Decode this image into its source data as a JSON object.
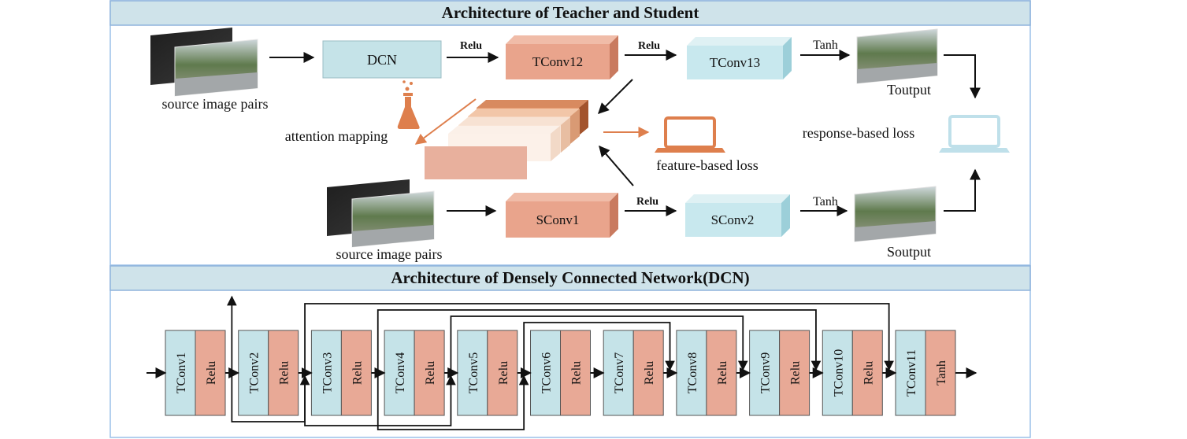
{
  "teacher_student": {
    "title": "Architecture of Teacher and Student",
    "dcn_label": "DCN",
    "tconv12_label": "TConv12",
    "tconv13_label": "TConv13",
    "sconv1_label": "SConv1",
    "sconv2_label": "SConv2",
    "relu_label_1": "Relu",
    "relu_label_2": "Relu",
    "relu_label_3": "Relu",
    "tanh_label_top": "Tanh",
    "tanh_label_bottom": "Tanh",
    "source_pairs_top": "source image pairs",
    "source_pairs_bottom": "source image pairs",
    "toutput": "Toutput",
    "soutput": "Soutput",
    "attention_mapping": "attention mapping",
    "feature_loss": "feature-based loss",
    "response_loss": "response-based loss"
  },
  "dcn": {
    "title": "Architecture of Densely Connected Network(DCN)",
    "blocks": [
      {
        "conv": "TConv1",
        "act": "Relu"
      },
      {
        "conv": "TConv2",
        "act": "Relu"
      },
      {
        "conv": "TConv3",
        "act": "Relu"
      },
      {
        "conv": "TConv4",
        "act": "Relu"
      },
      {
        "conv": "TConv5",
        "act": "Relu"
      },
      {
        "conv": "TConv6",
        "act": "Relu"
      },
      {
        "conv": "TConv7",
        "act": "Relu"
      },
      {
        "conv": "TConv8",
        "act": "Relu"
      },
      {
        "conv": "TConv9",
        "act": "Relu"
      },
      {
        "conv": "TConv10",
        "act": "Relu"
      },
      {
        "conv": "TConv11",
        "act": "Tanh"
      }
    ]
  },
  "colors": {
    "header_bg": "#cfe3ea",
    "header_border": "#8fb4dc",
    "panel_border": "#9cc0e8",
    "conv_blue": "#c5e3e8",
    "relu_orange": "#e8a996",
    "block_orange": "#e9a48c",
    "block_blue": "#c8e8ee",
    "accent_orange": "#de7f4d",
    "icon_blue": "#bfe0ea"
  }
}
